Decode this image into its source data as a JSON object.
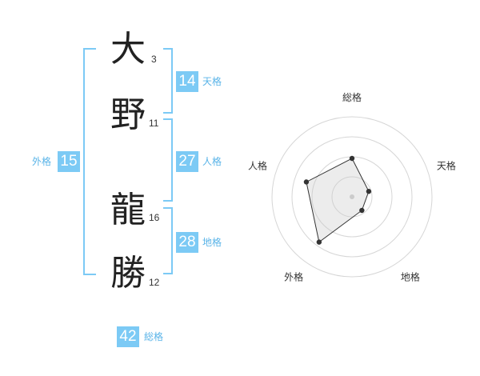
{
  "name": {
    "chars": [
      {
        "char": "大",
        "strokes": "3"
      },
      {
        "char": "野",
        "strokes": "11"
      },
      {
        "char": "龍",
        "strokes": "16"
      },
      {
        "char": "勝",
        "strokes": "12"
      }
    ]
  },
  "fortune": {
    "tenkaku": {
      "value": "14",
      "label": "天格"
    },
    "jinkaku": {
      "value": "27",
      "label": "人格"
    },
    "chikaku": {
      "value": "28",
      "label": "地格"
    },
    "gaikaku": {
      "value": "15",
      "label": "外格"
    },
    "soukaku": {
      "value": "42",
      "label": "総格"
    }
  },
  "chart_data": {
    "type": "radar",
    "axes": [
      "総格",
      "天格",
      "地格",
      "外格",
      "人格"
    ],
    "values": [
      0.48,
      0.22,
      0.21,
      0.7,
      0.6
    ],
    "range": [
      0,
      1
    ],
    "rings": 4
  }
}
